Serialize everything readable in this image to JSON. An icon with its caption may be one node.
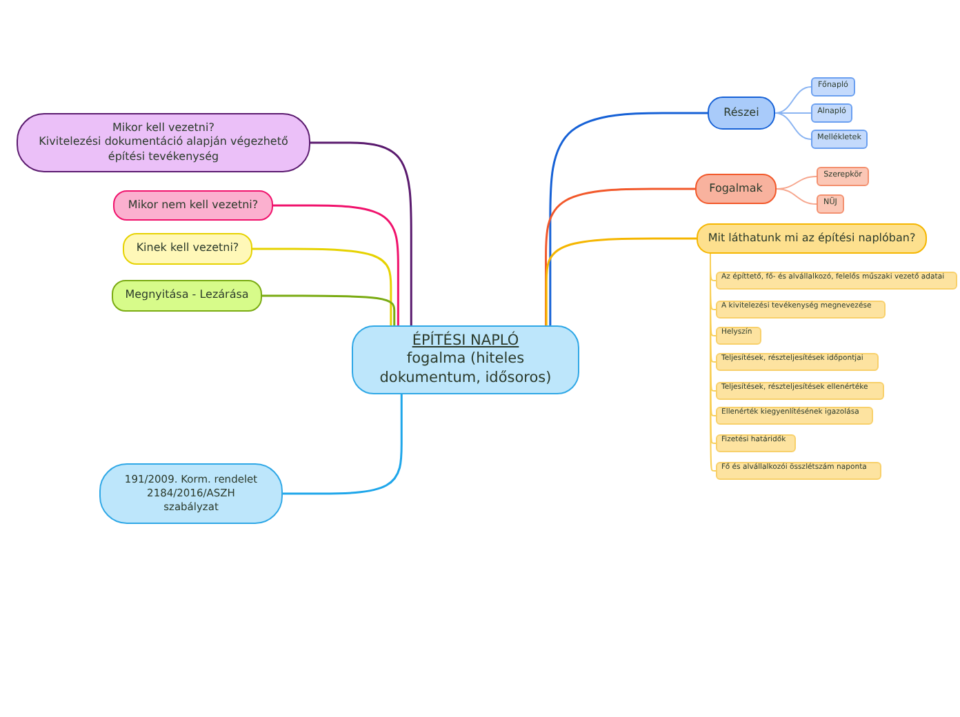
{
  "diagram": {
    "nodes": [
      {
        "text": [
          "ÉPÍTÉSI NAPLÓ",
          "fogalma (hiteles dokumentum, idősoros)"
        ]
      },
      {
        "text": [
          "Mikor kell vezetni?",
          "Kivitelezési dokumentáció alapján végezhető építési tevékenység"
        ]
      },
      {
        "text": [
          "Mikor nem kell vezetni?"
        ]
      },
      {
        "text": [
          "Kinek kell vezetni?"
        ]
      },
      {
        "text": [
          "Megnyitása - Lezárása"
        ]
      },
      {
        "text": [
          "191/2009. Korm. rendelet 2184/2016/ASZH szabályzat"
        ]
      },
      {
        "text": [
          "Részei"
        ]
      },
      {
        "text": [
          "Főnapló"
        ]
      },
      {
        "text": [
          "Alnapló"
        ]
      },
      {
        "text": [
          "Mellékletek"
        ]
      },
      {
        "text": [
          "Fogalmak"
        ]
      },
      {
        "text": [
          "Szerepkör"
        ]
      },
      {
        "text": [
          "NÜJ"
        ]
      },
      {
        "text": [
          "Mit láthatunk mi az építési naplóban?"
        ]
      },
      {
        "text": [
          "Az építtető, fő- és alvállalkozó, felelős műszaki vezető adatai"
        ]
      },
      {
        "text": [
          "A kivitelezési tevékenység megnevezése"
        ]
      },
      {
        "text": [
          "Helyszín"
        ]
      },
      {
        "text": [
          "Teljesítések, részteljesítések időpontjai"
        ]
      },
      {
        "text": [
          "Teljesítések, részteljesítések ellenértéke"
        ]
      },
      {
        "text": [
          "Ellenérték kiegyenlítésének igazolása"
        ]
      },
      {
        "text": [
          "Fizetési határidők"
        ]
      },
      {
        "text": [
          "Fő és alvállalkozói összlétszám naponta"
        ]
      }
    ],
    "edges": [
      {
        "from": 0,
        "to": 1,
        "arrow": "none",
        "color": "#5a1a6e"
      },
      {
        "from": 0,
        "to": 2,
        "arrow": "none",
        "color": "#f0126c"
      },
      {
        "from": 0,
        "to": 3,
        "arrow": "none",
        "color": "#e6d200"
      },
      {
        "from": 0,
        "to": 4,
        "arrow": "none",
        "color": "#7aab12"
      },
      {
        "from": 0,
        "to": 5,
        "arrow": "none",
        "color": "#1ea6ea"
      },
      {
        "from": 0,
        "to": 6,
        "arrow": "none",
        "color": "#1661d6"
      },
      {
        "from": 6,
        "to": 7,
        "arrow": "none",
        "color": "#8ab4f2"
      },
      {
        "from": 6,
        "to": 8,
        "arrow": "none",
        "color": "#8ab4f2"
      },
      {
        "from": 6,
        "to": 9,
        "arrow": "none",
        "color": "#8ab4f2"
      },
      {
        "from": 0,
        "to": 10,
        "arrow": "none",
        "color": "#f2582a"
      },
      {
        "from": 10,
        "to": 11,
        "arrow": "none",
        "color": "#f6a58c"
      },
      {
        "from": 10,
        "to": 12,
        "arrow": "none",
        "color": "#f6a58c"
      },
      {
        "from": 0,
        "to": 13,
        "arrow": "none",
        "color": "#f5b600"
      },
      {
        "from": 13,
        "to": 14,
        "arrow": "none",
        "color": "#f8cf56"
      },
      {
        "from": 13,
        "to": 15,
        "arrow": "none",
        "color": "#f8cf56"
      },
      {
        "from": 13,
        "to": 16,
        "arrow": "none",
        "color": "#f8cf56"
      },
      {
        "from": 13,
        "to": 17,
        "arrow": "none",
        "color": "#f8cf56"
      },
      {
        "from": 13,
        "to": 18,
        "arrow": "none",
        "color": "#f8cf56"
      },
      {
        "from": 13,
        "to": 19,
        "arrow": "none",
        "color": "#f8cf56"
      },
      {
        "from": 13,
        "to": 20,
        "arrow": "none",
        "color": "#f8cf56"
      },
      {
        "from": 13,
        "to": 21,
        "arrow": "none",
        "color": "#f8cf56"
      }
    ]
  }
}
